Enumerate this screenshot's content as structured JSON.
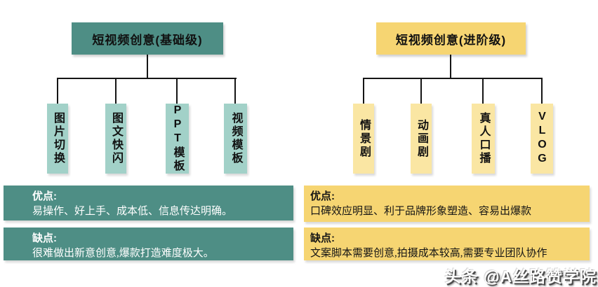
{
  "colors": {
    "teal_dark": "#4E8E85",
    "teal_light": "#A2D1C8",
    "yellow_dark": "#F6D572",
    "yellow_light": "#FAE6A3",
    "line": "#151515"
  },
  "trees": [
    {
      "title": "短视频创意(基础级)",
      "children": [
        "图片切换",
        "图文快闪",
        "PPT模板",
        "视频模板"
      ],
      "pros_label": "优点:",
      "pros_text": "易操作、好上手、成本低、信息传达明确。",
      "cons_label": "缺点:",
      "cons_text": "很难做出新意创意,爆款打造难度极大。"
    },
    {
      "title": "短视频创意(进阶级)",
      "children": [
        "情景剧",
        "动画剧",
        "真人口播",
        "VLOG"
      ],
      "pros_label": "优点:",
      "pros_text": "口碑效应明显、利于品牌形象塑造、容易出爆款",
      "cons_label": "缺点:",
      "cons_text": "文案脚本需要创意,拍摄成本较高,需要专业团队协作"
    }
  ],
  "watermark": "头条 @A丝路赞学院"
}
